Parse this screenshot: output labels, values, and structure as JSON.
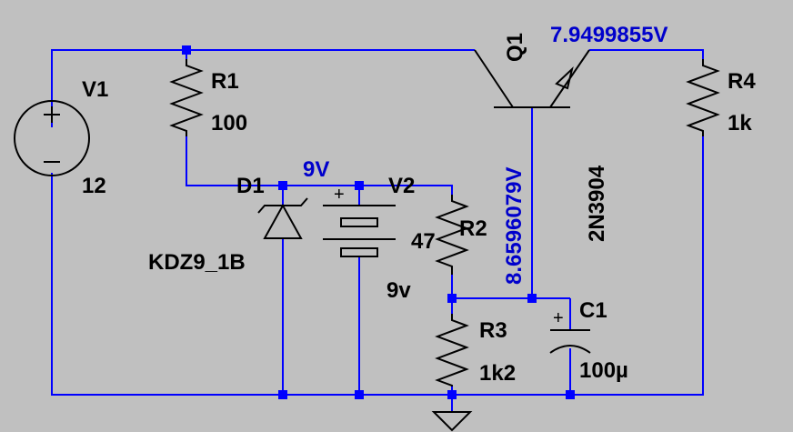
{
  "components": {
    "V1": {
      "name": "V1",
      "value": "12"
    },
    "R1": {
      "name": "R1",
      "value": "100"
    },
    "D1": {
      "name": "D1",
      "value": "KDZ9_1B"
    },
    "V2": {
      "name": "V2",
      "value": "9v"
    },
    "R2": {
      "name": "R2",
      "value": "47"
    },
    "R3": {
      "name": "R3",
      "value": "1k2"
    },
    "C1": {
      "name": "C1",
      "value": "100µ"
    },
    "Q1": {
      "name": "Q1",
      "value": "2N3904"
    },
    "R4": {
      "name": "R4",
      "value": "1k"
    }
  },
  "net_labels": {
    "emitter": "7.9499855V",
    "base": "8.6596079V",
    "zener": "9V"
  },
  "colors": {
    "background": "#c0c0c0",
    "wire": "#0000ff",
    "component": "#000000",
    "net_label": "#0000cc"
  }
}
